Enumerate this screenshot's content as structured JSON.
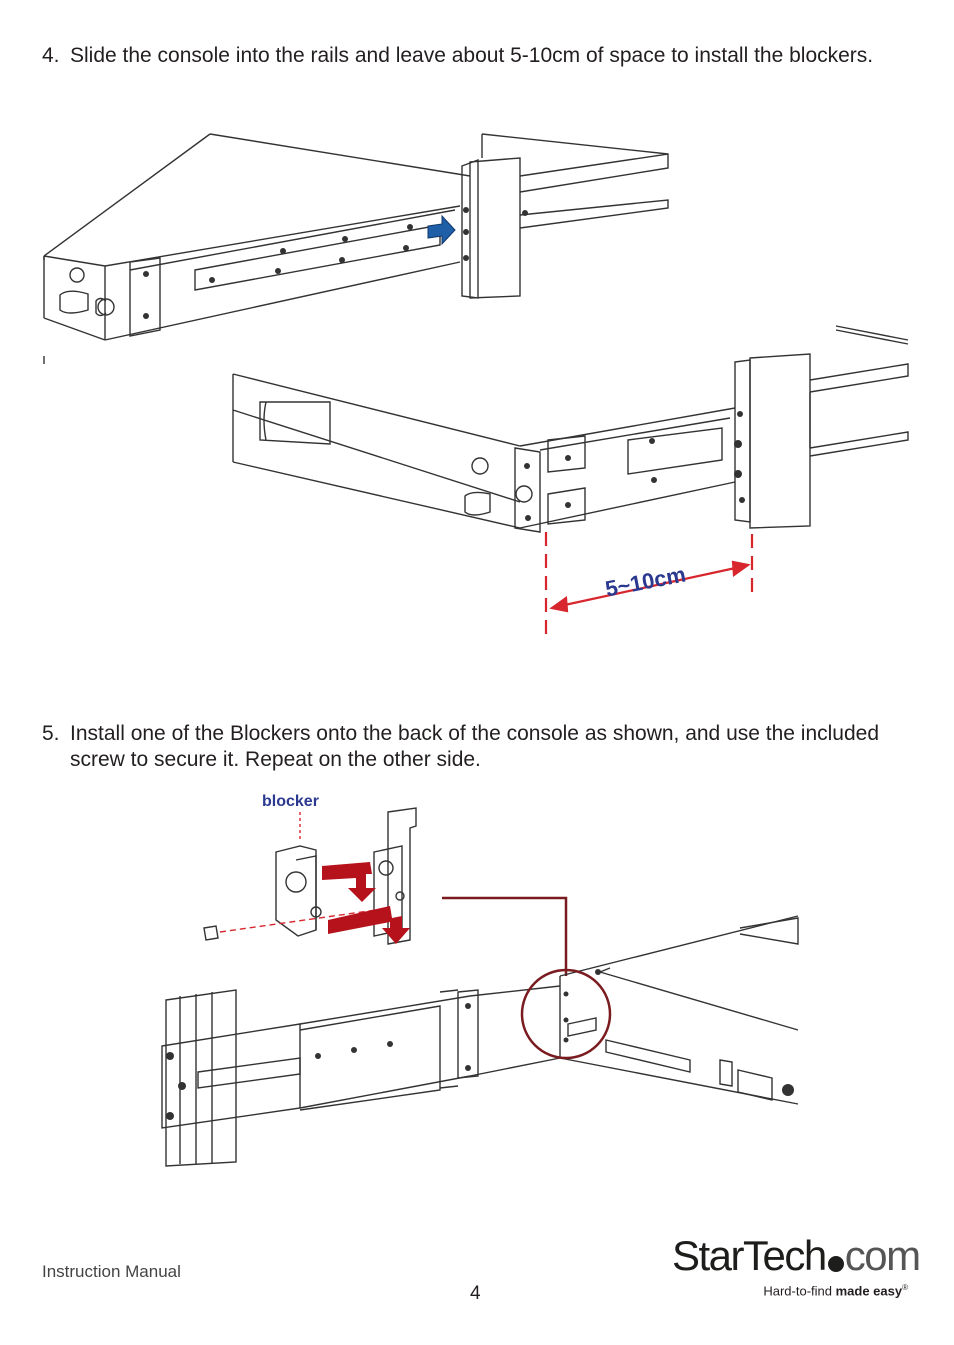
{
  "steps": [
    {
      "number": "4.",
      "text": "Slide the console into the rails and leave about 5-10cm of space to install the blockers."
    },
    {
      "number": "5.",
      "text": "Install one of the Blockers onto the back of the console as shown, and use the included screw to secure it. Repeat on the other side."
    }
  ],
  "figures": {
    "distance_label": "5~10cm",
    "blocker_label": "blocker"
  },
  "footer": {
    "manual_label": "Instruction Manual",
    "page_number": "4"
  },
  "logo": {
    "brand_left": "StarTech",
    "brand_right": "com",
    "tagline_plain": "Hard-to-find ",
    "tagline_bold": "made easy",
    "tagline_mark": "®"
  },
  "colors": {
    "arrow_blue": "#1f5fa8",
    "dimension_red": "#d7262e",
    "blocker_red": "#b5121b",
    "label_blue": "#2b3990",
    "line_art": "#333333"
  }
}
